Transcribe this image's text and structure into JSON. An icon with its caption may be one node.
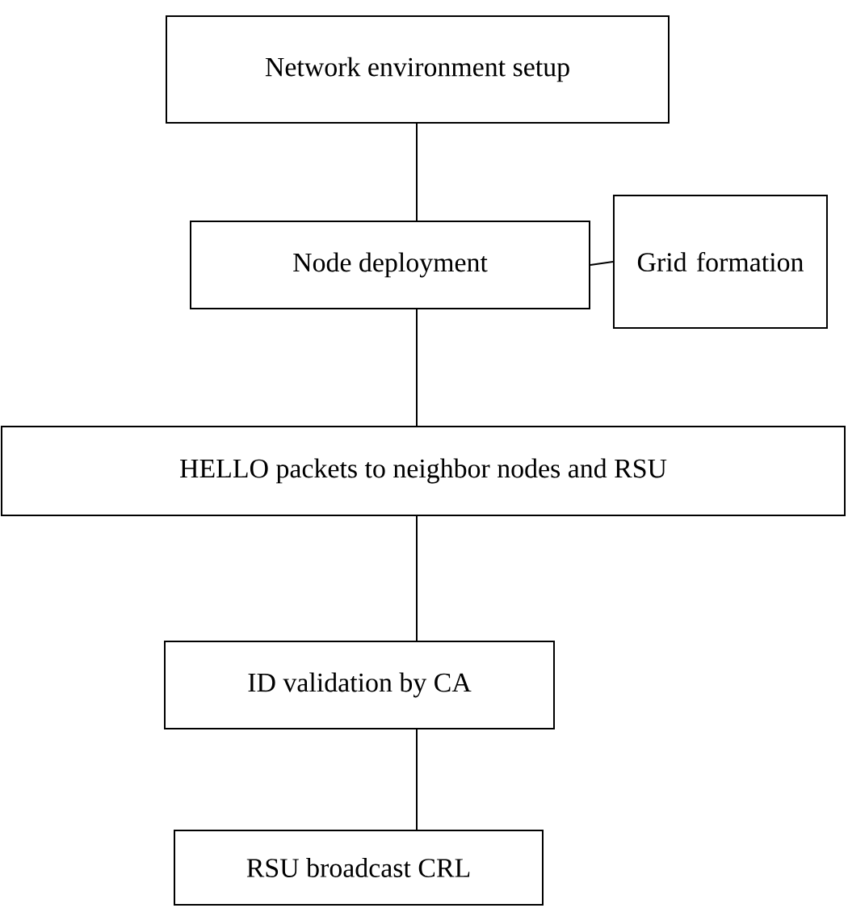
{
  "diagram": {
    "nodes": [
      {
        "text": [
          "Network environment setup"
        ]
      },
      {
        "text": [
          "Node deployment"
        ]
      },
      {
        "text": [
          "Grid formation"
        ]
      },
      {
        "text": [
          "HELLO packets to neighbor nodes and RSU"
        ]
      },
      {
        "text": [
          "ID validation by CA"
        ]
      },
      {
        "text": [
          "RSU broadcast CRL"
        ]
      }
    ],
    "edges": [
      {
        "from": 0,
        "to": 1,
        "arrow": "none"
      },
      {
        "from": 1,
        "to": 2,
        "arrow": "none"
      },
      {
        "from": 1,
        "to": 3,
        "arrow": "none"
      },
      {
        "from": 3,
        "to": 4,
        "arrow": "none"
      },
      {
        "from": 4,
        "to": 5,
        "arrow": "none"
      }
    ]
  }
}
